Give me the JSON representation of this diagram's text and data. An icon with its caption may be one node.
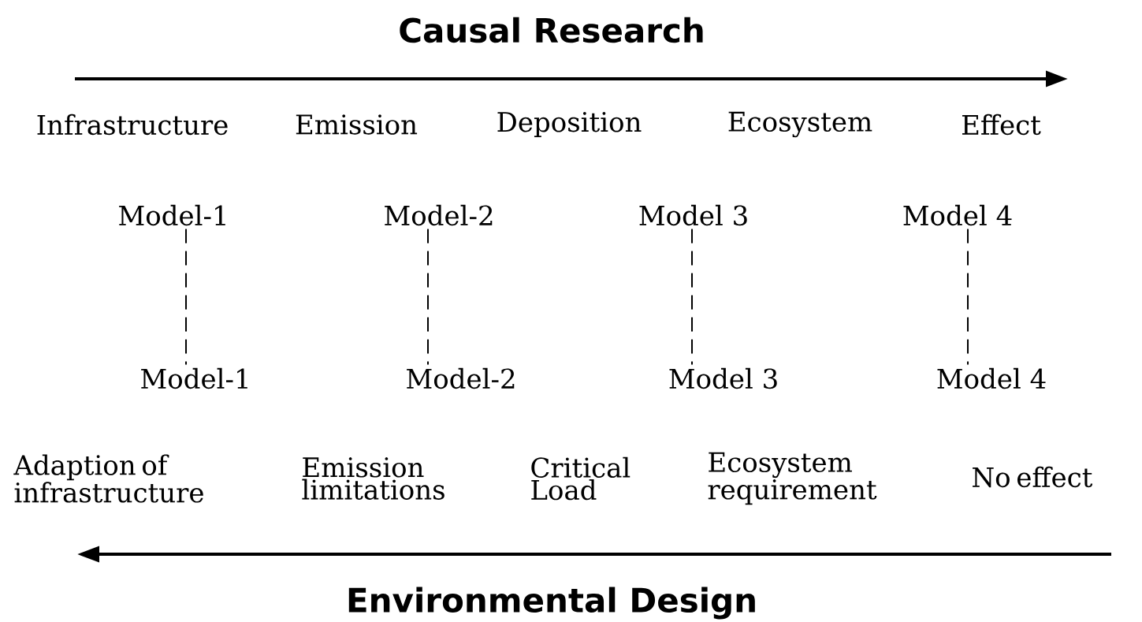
{
  "diagram": {
    "title": "Causal Research",
    "caption": "Environmental Design",
    "nodes": [
      {
        "text": [
          "Model-1"
        ]
      },
      {
        "text": [
          "Model-2"
        ]
      },
      {
        "text": [
          "Model 3"
        ]
      },
      {
        "text": [
          "Model 4"
        ]
      },
      {
        "text": [
          "Model-1"
        ]
      },
      {
        "text": [
          "Model-2"
        ]
      },
      {
        "text": [
          "Model 3"
        ]
      },
      {
        "text": [
          "Model 4"
        ]
      }
    ],
    "edges": [
      {
        "from": 0,
        "to": 4,
        "arrow": "none",
        "style": "dashed"
      },
      {
        "from": 1,
        "to": 5,
        "arrow": "none",
        "style": "dashed"
      },
      {
        "from": 2,
        "to": 6,
        "arrow": "none",
        "style": "dashed"
      },
      {
        "from": 3,
        "to": 7,
        "arrow": "none",
        "style": "dashed"
      }
    ],
    "labels": [
      "Infrastructure",
      "Emission",
      "Deposition",
      "Ecosystem",
      "Effect",
      "Adaption of infrastructure",
      "Emission limitations",
      "Critical Load",
      "Ecosystem requirement",
      "No effect"
    ]
  }
}
